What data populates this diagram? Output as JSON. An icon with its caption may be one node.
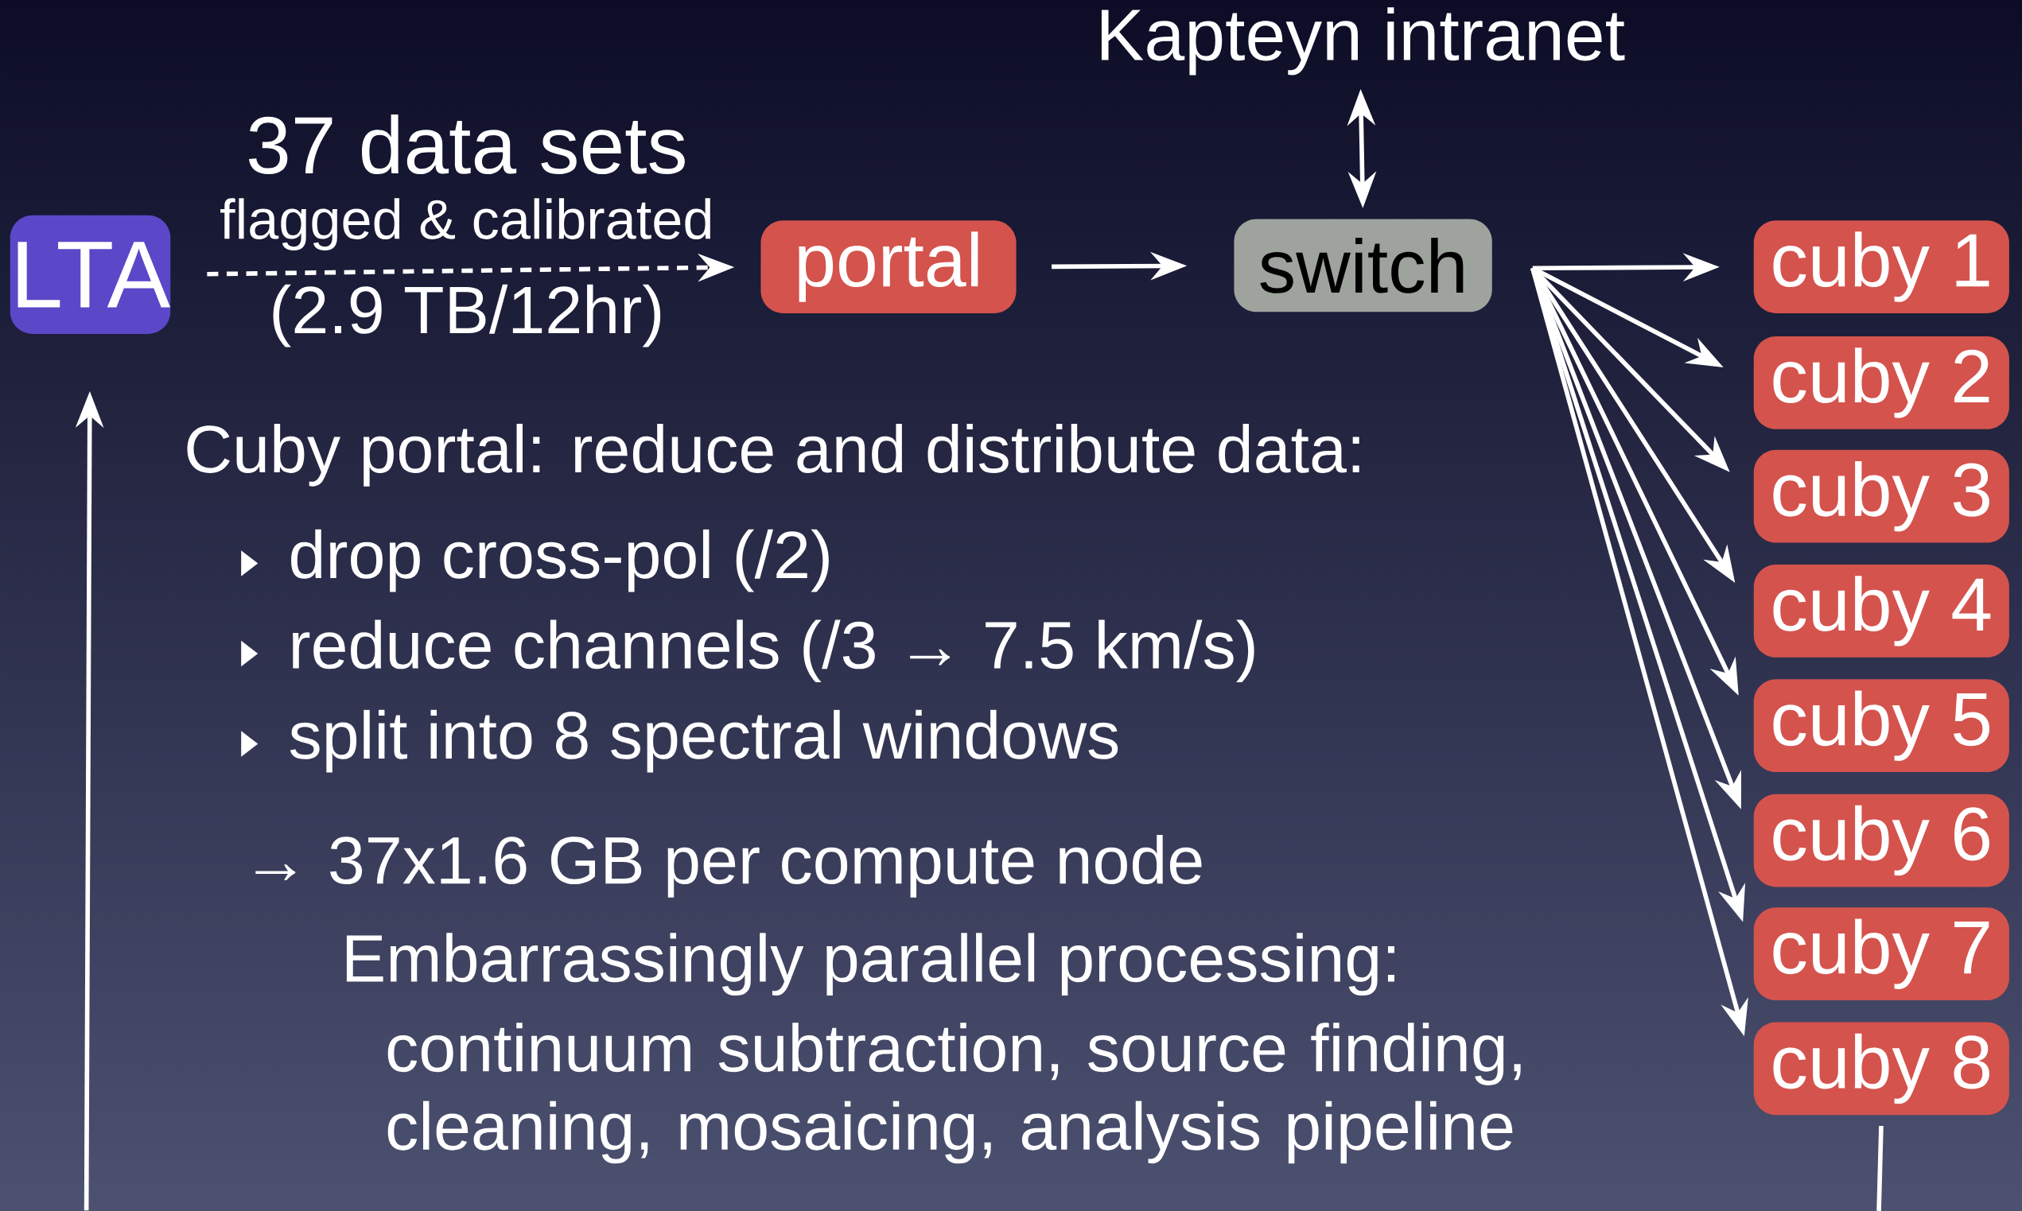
{
  "diagram": {
    "nodes": [
      {
        "text": [
          "Kapteyn intranet"
        ]
      },
      {
        "text": [
          "LTA"
        ]
      },
      {
        "text": [
          "portal"
        ]
      },
      {
        "text": [
          "switch"
        ]
      },
      {
        "text": [
          "cuby 1"
        ]
      },
      {
        "text": [
          "cuby 2"
        ]
      },
      {
        "text": [
          "cuby 3"
        ]
      },
      {
        "text": [
          "cuby 4"
        ]
      },
      {
        "text": [
          "cuby 5"
        ]
      },
      {
        "text": [
          "cuby 6"
        ]
      },
      {
        "text": [
          "cuby 7"
        ]
      },
      {
        "text": [
          "cuby 8"
        ]
      }
    ],
    "edges": [
      {
        "from": 1,
        "to": 2,
        "arrow": "to",
        "style": "dashed",
        "label": "37 data sets"
      },
      {
        "from": 2,
        "to": 3,
        "arrow": "to"
      },
      {
        "from": 3,
        "to": 0,
        "arrow": "both"
      },
      {
        "from": 3,
        "to": 4,
        "arrow": "to"
      },
      {
        "from": 3,
        "to": 5,
        "arrow": "to"
      },
      {
        "from": 3,
        "to": 6,
        "arrow": "to"
      },
      {
        "from": 3,
        "to": 7,
        "arrow": "to"
      },
      {
        "from": 3,
        "to": 8,
        "arrow": "to"
      },
      {
        "from": 3,
        "to": 9,
        "arrow": "to"
      },
      {
        "from": 3,
        "to": 10,
        "arrow": "to"
      },
      {
        "from": 3,
        "to": 11,
        "arrow": "to"
      },
      {
        "from": null,
        "to": 1,
        "arrow": "to"
      },
      {
        "from": 11,
        "to": null,
        "arrow": "none"
      }
    ],
    "labels": [
      "flagged & calibrated",
      "(2.9 TB/12hr)",
      "Cuby portal: reduce and distribute data:",
      "drop cross-pol (/2)",
      "reduce channels (/3 → 7.5 km/s)",
      "split into 8 spectral windows",
      "→ 37x1.6 GB per compute node",
      "Embarrassingly parallel processing:",
      "continuum subtraction, source finding, cleaning, mosaicing, analysis pipeline"
    ]
  }
}
